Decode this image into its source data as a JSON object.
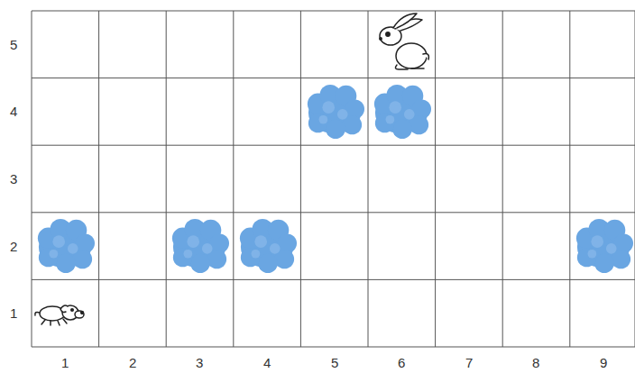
{
  "diagram": {
    "labels": [
      "5",
      "4",
      "3",
      "2",
      "1",
      "1",
      "2",
      "3",
      "4",
      "5",
      "6",
      "7",
      "8",
      "9"
    ]
  }
}
